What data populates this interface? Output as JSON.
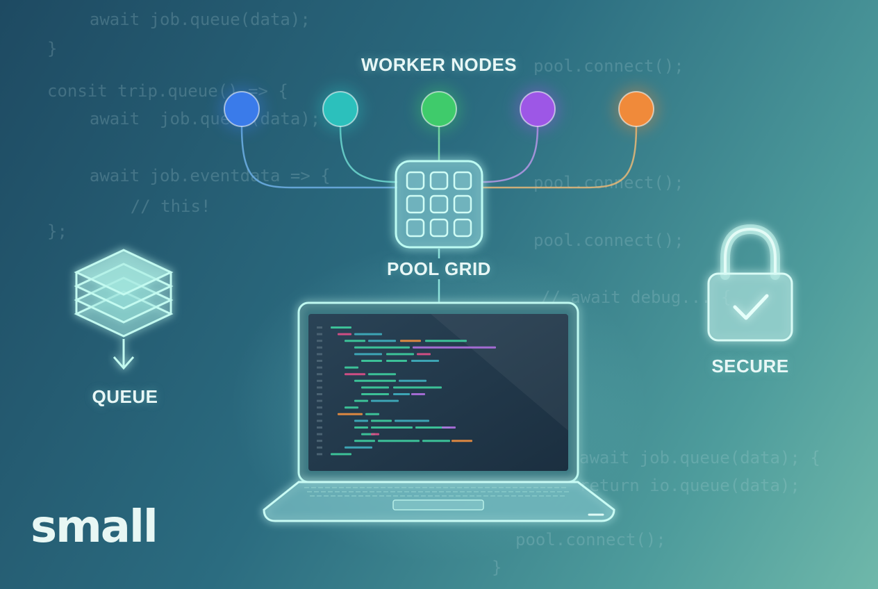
{
  "labels": {
    "worker_nodes": "WORKER NODES",
    "pool_grid": "POOL GRID",
    "queue": "QUEUE",
    "secure": "SECURE"
  },
  "brand": "small",
  "background_code": [
    "  await job.queue(data);",
    "}",
    "consit trip.queue() => {",
    "  await  job.queue(data);",
    "  await job.eventdata => {",
    "    // this!",
    "};",
    "pool.connect();",
    "pool.connect();",
    "pool.connect();",
    "// await debug... {",
    "await job.queue(data); {",
    "return io.queue(data);",
    "pool.connect();",
    "}"
  ],
  "worker_nodes": [
    {
      "color": "#3a7bea"
    },
    {
      "color": "#2cc0bc"
    },
    {
      "color": "#3fcb6b"
    },
    {
      "color": "#9d57e6"
    },
    {
      "color": "#f08a3a"
    }
  ],
  "colors": {
    "glow": "#9cf3e8",
    "screen": "#22384a",
    "code_green": "#3fcfa0",
    "code_pink": "#e0508a",
    "code_orange": "#f09040",
    "code_purple": "#b070e0",
    "code_teal": "#40b0c0"
  }
}
